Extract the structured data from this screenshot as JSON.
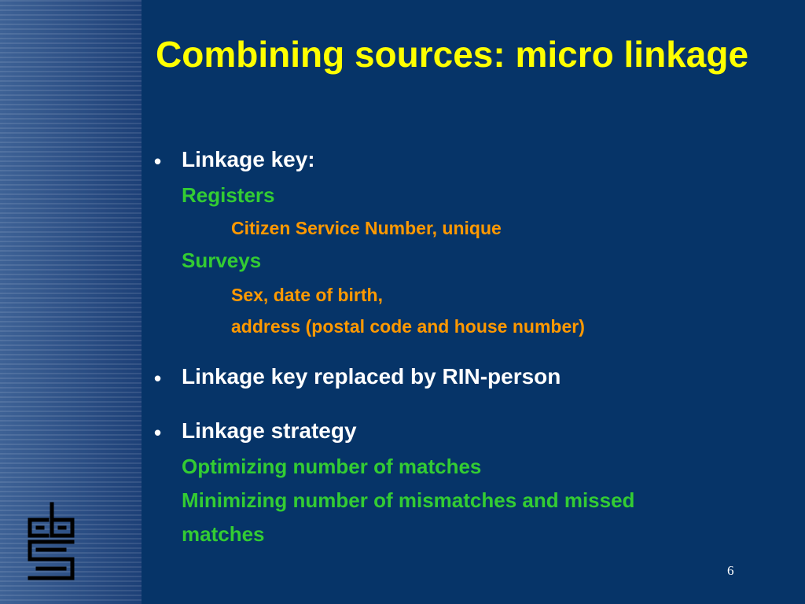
{
  "slide": {
    "title": "Combining sources: micro linkage",
    "bullet_glyph": "•",
    "bullets": [
      {
        "label": "Linkage key:",
        "subitems": [
          {
            "label": "Registers",
            "details": [
              "Citizen Service Number, unique"
            ]
          },
          {
            "label": "Surveys",
            "details": [
              "Sex, date of birth,",
              "address (postal code and house number)"
            ]
          }
        ]
      },
      {
        "label": "Linkage key replaced by RIN-person"
      },
      {
        "label": "Linkage strategy",
        "subitems": [
          {
            "label": "Optimizing number of matches"
          },
          {
            "label": "Minimizing number of mismatches and missed"
          },
          {
            "label": "matches"
          }
        ]
      }
    ],
    "page_number": "6"
  },
  "colors": {
    "background": "#063468",
    "title": "#ffff00",
    "level1": "#ffffff",
    "level2": "#33cc33",
    "level3": "#ff9900"
  },
  "logo": {
    "name": "cbs-logo"
  }
}
